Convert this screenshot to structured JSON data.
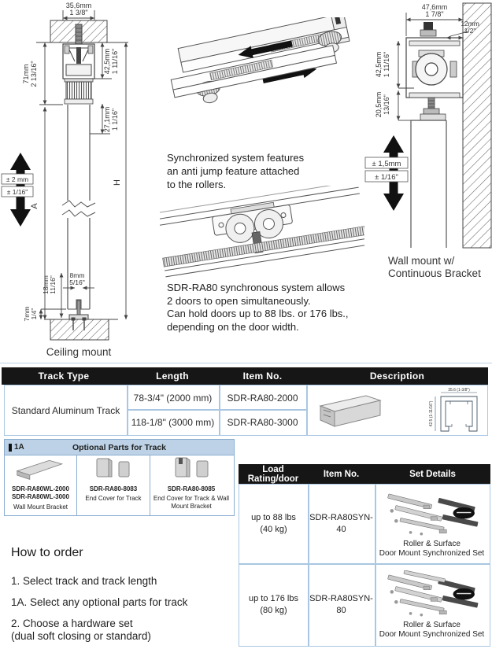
{
  "diagrams": {
    "ceiling": {
      "caption": "Ceiling mount",
      "dim_top_mm": "35,6mm",
      "dim_top_in": "1 3/8\"",
      "dim_left_mm": "71mm",
      "dim_left_in": "2 13/16\"",
      "dim_right_mm": "42,5mm",
      "dim_right_in": "1 11/16\"",
      "dim_gap_mm": "27,1mm",
      "dim_gap_in": "1 1/16\"",
      "tol_mm": "± 2 mm",
      "tol_in": "± 1/16\"",
      "label_a": "A",
      "label_h": "H",
      "dim_b18_mm": "18mm",
      "dim_b18_in": "11/16\"",
      "dim_b8_mm": "8mm",
      "dim_b8_in": "5/16\"",
      "dim_b7_mm": "7mm",
      "dim_b7_in": "1/4\""
    },
    "sync_iso": {
      "line1": "Synchronized system features",
      "line2": "an anti jump feature attached",
      "line3": "to the rollers."
    },
    "sync_detail": {
      "line1": "SDR-RA80 synchronous system allows",
      "line2": "2 doors to open simultaneously.",
      "line3": "Can hold doors up to 88 lbs. or 176 lbs.,",
      "line4": "depending on the door width."
    },
    "wall": {
      "caption_line1": "Wall mount w/",
      "caption_line2": "Continuous Bracket",
      "dim_top_mm": "47,6mm",
      "dim_top_in": "1 7/8\"",
      "dim_offset_mm": "12mm",
      "dim_offset_in": "1/2\"",
      "dim_left_mm": "42,5mm",
      "dim_left_in": "1 11/16\"",
      "dim_lower_mm": "20,5mm",
      "dim_lower_in": "13/16\"",
      "tol_mm": "± 1,5mm",
      "tol_in": "± 1/16\""
    }
  },
  "track_table": {
    "headers": [
      "Track Type",
      "Length",
      "Item No.",
      "Description"
    ],
    "track_type": "Standard Aluminum Track",
    "rows": [
      {
        "length": "78-3/4\" (2000 mm)",
        "item_no": "SDR-RA80-2000"
      },
      {
        "length": "118-1/8\" (3000 mm)",
        "item_no": "SDR-RA80-3000"
      }
    ],
    "profile_dim_w": "35.6 (1-3/8\")",
    "profile_dim_h": "42.5 (1-11/16\")"
  },
  "optional_parts": {
    "tag": "1A",
    "title": "Optional Parts for Track",
    "items": [
      {
        "code1": "SDR-RA80WL-2000",
        "code2": "SDR-RA80WL-3000",
        "desc": "Wall Mount Bracket"
      },
      {
        "code1": "SDR-RA80-8083",
        "code2": "",
        "desc": "End Cover for Track"
      },
      {
        "code1": "SDR-RA80-8085",
        "code2": "",
        "desc": "End Cover for Track & Wall Mount Bracket"
      }
    ]
  },
  "how_to_order": {
    "title": "How to order",
    "step1": "1. Select track and track length",
    "step2": "1A. Select any optional parts for track",
    "step3_line1": "2. Choose a hardware set",
    "step3_line2": "(dual soft closing or standard)"
  },
  "set_table": {
    "headers": [
      "Load Rating/door",
      "Item No.",
      "Set Details"
    ],
    "rows": [
      {
        "load_line1": "up to 88 lbs",
        "load_line2": "(40 kg)",
        "item_no": "SDR-RA80SYN-40",
        "set_line1": "Roller & Surface",
        "set_line2": "Door Mount Synchronized Set"
      },
      {
        "load_line1": "up to 176 lbs",
        "load_line2": "(80 kg)",
        "item_no": "SDR-RA80SYN-80",
        "set_line1": "Roller & Surface",
        "set_line2": "Door Mount Synchronized Set"
      }
    ]
  }
}
